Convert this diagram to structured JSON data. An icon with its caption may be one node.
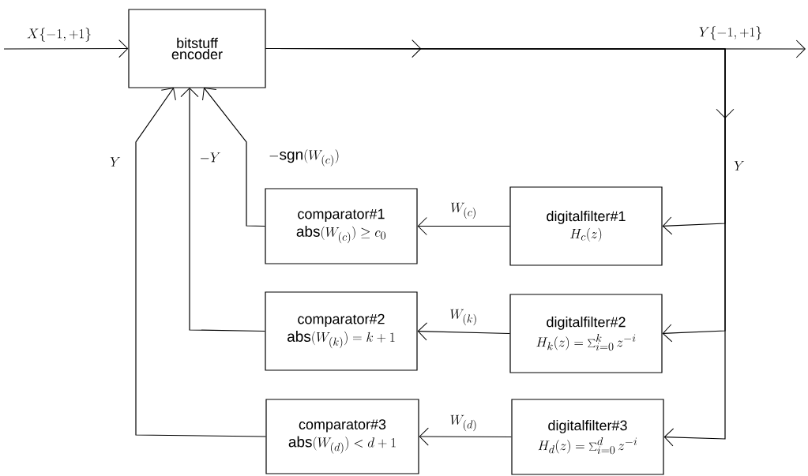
{
  "diagram": {
    "nodes": [
      {
        "text": [
          "bitstuff encoder"
        ]
      },
      {
        "text": [
          "comparator#1",
          "\\mathrm{abs}(W_{(c)}) \\geq c_0"
        ]
      },
      {
        "text": [
          "digitalfilter#1",
          "H_c(z)"
        ]
      },
      {
        "text": [
          "comparator#2",
          "\\mathrm{abs}(W_{(k)}) = k+1"
        ]
      },
      {
        "text": [
          "digitalfilter#2",
          "H_k(z) = \\sum_{i=0}^{k} z^{-i}"
        ]
      },
      {
        "text": [
          "comparator#3",
          "\\mathrm{abs}(W_{(d)}) < d+1"
        ]
      },
      {
        "text": [
          "digitalfilter#3",
          "H_d(z) = \\sum_{i=0}^{d} z^{-i}"
        ]
      }
    ],
    "edges": [
      {
        "from": null,
        "to": 0,
        "arrow": "to",
        "label": "X\\{ -1,+1\\}"
      },
      {
        "from": 0,
        "to": null,
        "arrow": "to",
        "label": "Y\\{ -1,+1\\}"
      },
      {
        "from": 0,
        "to": 2,
        "arrow": "to",
        "label": "Y"
      },
      {
        "from": 0,
        "to": 4,
        "arrow": "to"
      },
      {
        "from": 0,
        "to": 6,
        "arrow": "to"
      },
      {
        "from": 2,
        "to": 1,
        "arrow": "to",
        "label": "W_{(c)}"
      },
      {
        "from": 4,
        "to": 3,
        "arrow": "to",
        "label": "W_{(k)}"
      },
      {
        "from": 6,
        "to": 5,
        "arrow": "to",
        "label": "W_{(d)}"
      },
      {
        "from": 1,
        "to": 0,
        "arrow": "to",
        "label": "-\\mathrm{sgn}(W_{(c)})"
      },
      {
        "from": 3,
        "to": 0,
        "arrow": "to",
        "label": "-Y"
      },
      {
        "from": 5,
        "to": 0,
        "arrow": "to",
        "label": "Y"
      }
    ]
  }
}
